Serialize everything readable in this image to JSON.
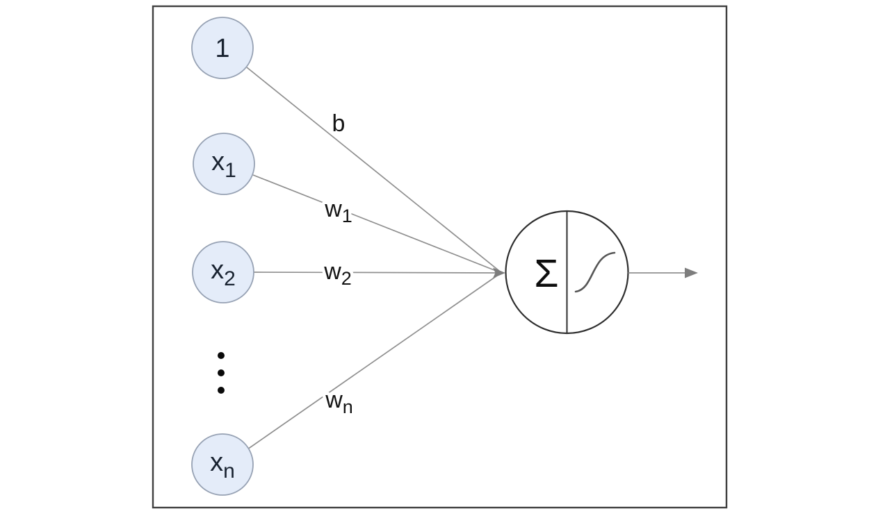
{
  "diagram": {
    "type": "perceptron-neuron-diagram",
    "nodes": [
      {
        "name": "bias-node",
        "base": "1",
        "sub": ""
      },
      {
        "name": "input-node-x1",
        "base": "x",
        "sub": "1"
      },
      {
        "name": "input-node-x2",
        "base": "x",
        "sub": "2"
      },
      {
        "name": "input-node-xn",
        "base": "x",
        "sub": "n"
      }
    ],
    "edge_labels": [
      {
        "name": "bias-weight-label",
        "base": "b",
        "sub": ""
      },
      {
        "name": "weight-1-label",
        "base": "w",
        "sub": "1"
      },
      {
        "name": "weight-2-label",
        "base": "w",
        "sub": "2"
      },
      {
        "name": "weight-n-label",
        "base": "w",
        "sub": "n"
      }
    ],
    "neuron": {
      "sum_symbol": "Σ",
      "activation_icon": "sigmoid-curve"
    },
    "ellipsis": "vertical-three-dots",
    "colors": {
      "background": "#ffffff",
      "frame_stroke": "#3f3f3f",
      "node_fill": "#e4ecf9",
      "node_stroke": "#96a1b3",
      "node_text": "#182230",
      "edge_line": "#8f8f8f",
      "arrow": "#7d7d7d",
      "label_text": "#141414",
      "neuron_stroke": "#2e2e2e",
      "sum_text": "#0d0d0d",
      "dot": "#0a0a0a"
    }
  }
}
